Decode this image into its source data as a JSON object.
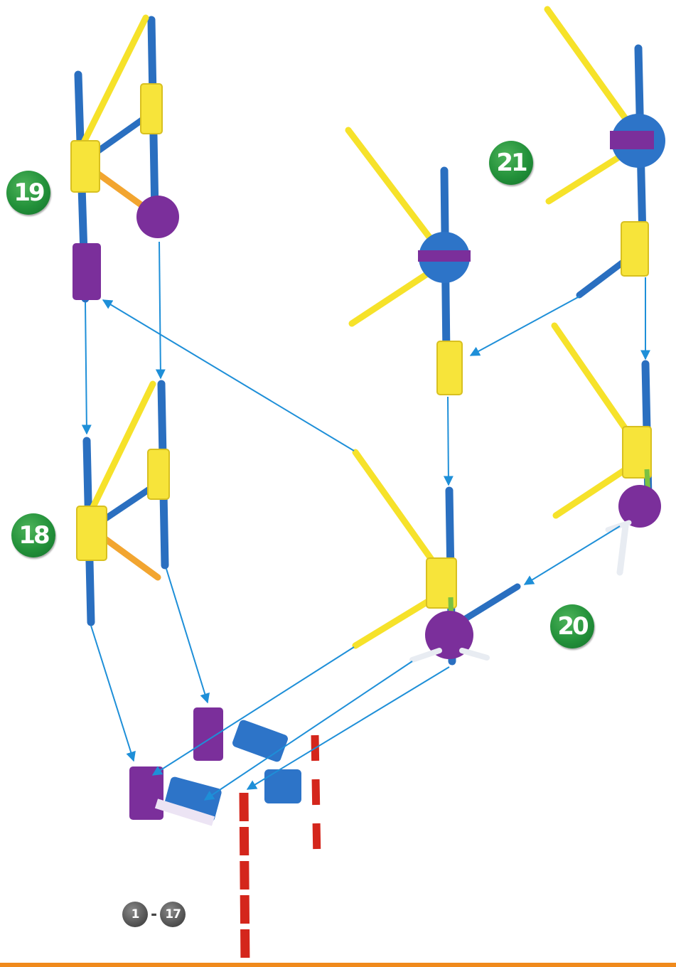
{
  "steps": {
    "s18": "18",
    "s19": "19",
    "s20": "20",
    "s21": "21"
  },
  "previous_range": {
    "from": "1",
    "separator": "-",
    "to": "17"
  },
  "colors": {
    "rod_blue": "#2a6fc0",
    "rod_yellow": "#f6e22a",
    "rod_orange": "#f2a530",
    "connector_purple": "#7b2f9b",
    "connector_yellow": "#f7e43a",
    "connector_blue": "#2d74c8",
    "arrow": "#1e8fd8",
    "pole_red": "#d4261c",
    "badge_green": "#23913a",
    "bottom_bar": "#f08a1c"
  }
}
